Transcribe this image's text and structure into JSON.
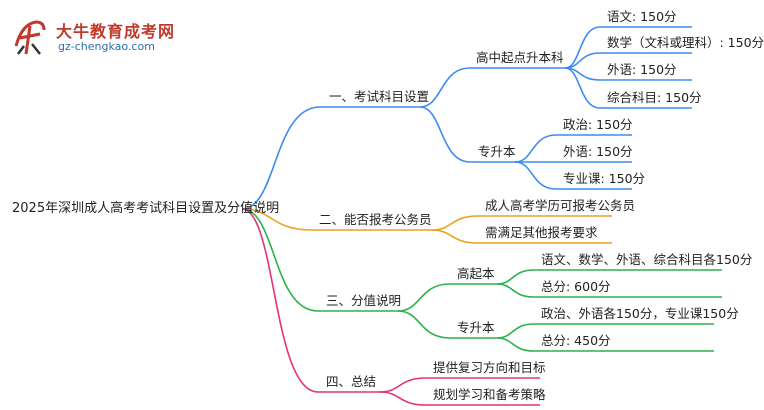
{
  "logo": {
    "title": "大牛教育成考网",
    "url": "gz-chengkao.com",
    "mark_text": "大牛"
  },
  "root": {
    "label": "2025年深圳成人高考考试科目设置及分值说明"
  },
  "branches": [
    {
      "label": "一、考试科目设置",
      "color": "#3d8bf2",
      "children": [
        {
          "label": "高中起点升本科",
          "children": [
            {
              "label": "语文: 150分"
            },
            {
              "label": "数学（文科或理科）: 150分"
            },
            {
              "label": "外语: 150分"
            },
            {
              "label": "综合科目: 150分"
            }
          ]
        },
        {
          "label": "专升本",
          "children": [
            {
              "label": "政治: 150分"
            },
            {
              "label": "外语: 150分"
            },
            {
              "label": "专业课: 150分"
            }
          ]
        }
      ]
    },
    {
      "label": "二、能否报考公务员",
      "color": "#e9a21a",
      "children": [
        {
          "label": "成人高考学历可报考公务员"
        },
        {
          "label": "需满足其他报考要求"
        }
      ]
    },
    {
      "label": "三、分值说明",
      "color": "#2bb24c",
      "children": [
        {
          "label": "高起本",
          "children": [
            {
              "label": "语文、数学、外语、综合科目各150分"
            },
            {
              "label": "总分: 600分"
            }
          ]
        },
        {
          "label": "专升本",
          "children": [
            {
              "label": "政治、外语各150分，专业课150分"
            },
            {
              "label": "总分: 450分"
            }
          ]
        }
      ]
    },
    {
      "label": "四、总结",
      "color": "#e3327a",
      "children": [
        {
          "label": "提供复习方向和目标"
        },
        {
          "label": "规划学习和备考策略"
        }
      ]
    }
  ]
}
